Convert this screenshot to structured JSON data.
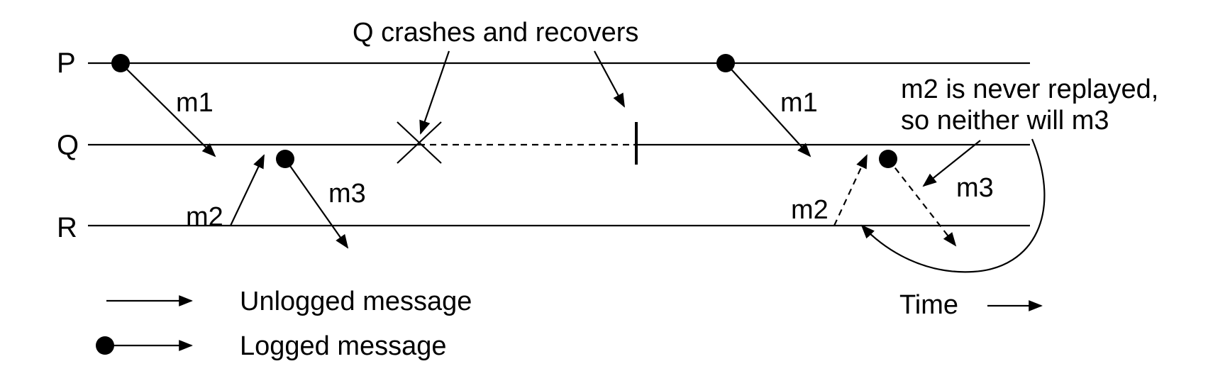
{
  "processes": {
    "p": "P",
    "q": "Q",
    "r": "R"
  },
  "annotations": {
    "crash": "Q crashes and recovers",
    "note_line1": "m2 is never replayed,",
    "note_line2": "so neither will m3",
    "time": "Time"
  },
  "messages": {
    "m1_first": "m1",
    "m2_first": "m2",
    "m3_first": "m3",
    "m1_replay": "m1",
    "m2_replay": "m2",
    "m3_replay": "m3"
  },
  "legend": {
    "unlogged": "Unlogged message",
    "logged": "Logged message"
  }
}
